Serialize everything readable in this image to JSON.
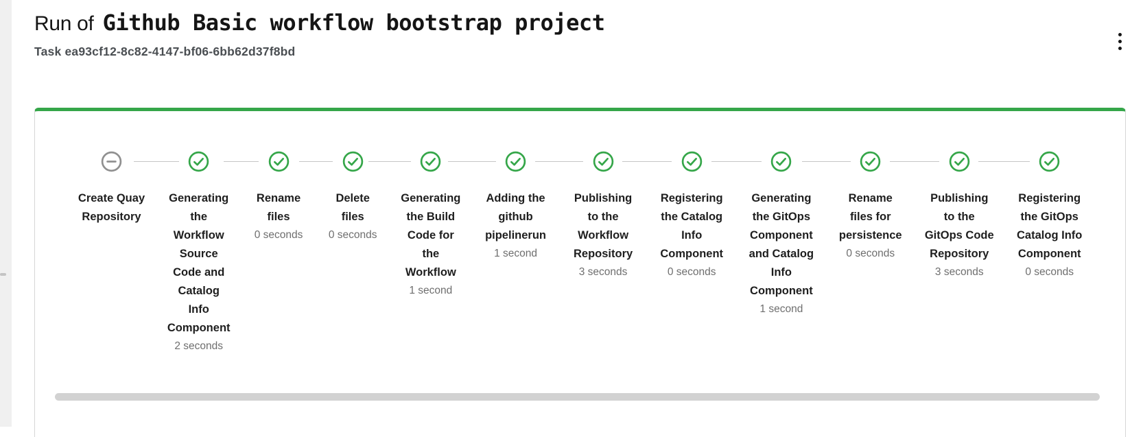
{
  "header": {
    "title_prefix": "Run of",
    "workflow_name": "Github Basic workflow bootstrap project",
    "task_label": "Task ea93cf12-8c82-4147-bf06-6bb62d37f8bd",
    "menu_icon": "kebab-vertical-icon"
  },
  "stepper": {
    "steps": [
      {
        "label": "Create Quay Repository",
        "duration": "",
        "status": "skipped",
        "icon": "minus-circle-icon"
      },
      {
        "label": "Generating the Workflow Source Code and Catalog Info Component",
        "duration": "2 seconds",
        "status": "completed",
        "icon": "check-circle-icon"
      },
      {
        "label": "Rename files",
        "duration": "0 seconds",
        "status": "completed",
        "icon": "check-circle-icon"
      },
      {
        "label": "Delete files",
        "duration": "0 seconds",
        "status": "completed",
        "icon": "check-circle-icon"
      },
      {
        "label": "Generating the Build Code for the Workflow",
        "duration": "1 second",
        "status": "completed",
        "icon": "check-circle-icon"
      },
      {
        "label": "Adding the github pipelinerun",
        "duration": "1 second",
        "status": "completed",
        "icon": "check-circle-icon"
      },
      {
        "label": "Publishing to the Workflow Repository",
        "duration": "3 seconds",
        "status": "completed",
        "icon": "check-circle-icon"
      },
      {
        "label": "Registering the Catalog Info Component",
        "duration": "0 seconds",
        "status": "completed",
        "icon": "check-circle-icon"
      },
      {
        "label": "Generating the GitOps Component and Catalog Info Component",
        "duration": "1 second",
        "status": "completed",
        "icon": "check-circle-icon"
      },
      {
        "label": "Rename files for persistence",
        "duration": "0 seconds",
        "status": "completed",
        "icon": "check-circle-icon"
      },
      {
        "label": "Publishing to the GitOps Code Repository",
        "duration": "3 seconds",
        "status": "completed",
        "icon": "check-circle-icon"
      },
      {
        "label": "Registering the GitOps Catalog Info Component",
        "duration": "0 seconds",
        "status": "completed",
        "icon": "check-circle-icon"
      }
    ]
  },
  "colors": {
    "success_green": "#35a649",
    "skipped_gray": "#909090",
    "connector_gray": "#c6c6c6",
    "card_border": "#d6d6d6",
    "scrollbar_thumb": "#d2d2d2",
    "sidebar_strip": "#f0f0f0"
  }
}
